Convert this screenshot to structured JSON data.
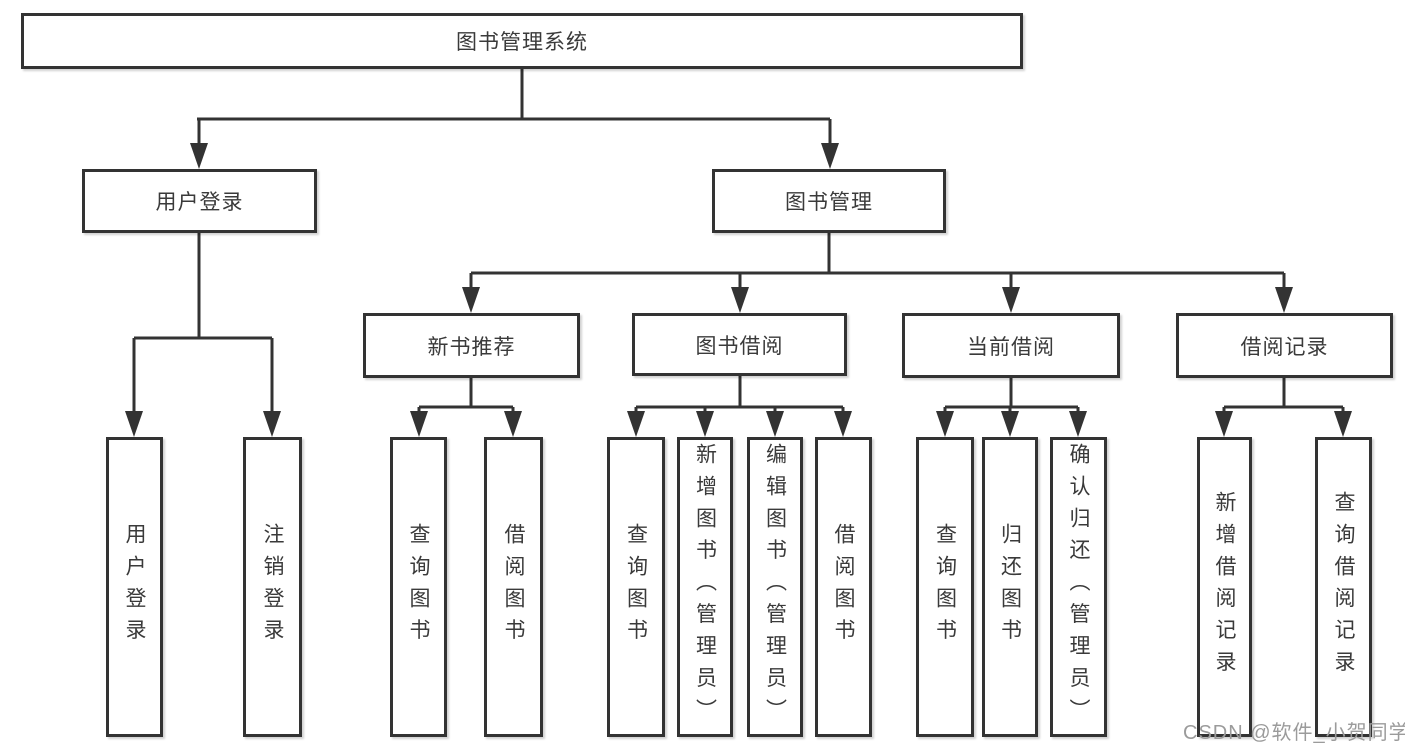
{
  "tree": {
    "root": {
      "label": "图书管理系统"
    },
    "children": [
      {
        "label": "用户登录",
        "children": [
          {
            "label": "用户登录"
          },
          {
            "label": "注销登录"
          }
        ]
      },
      {
        "label": "图书管理",
        "children": [
          {
            "label": "新书推荐",
            "children": [
              {
                "label": "查询图书"
              },
              {
                "label": "借阅图书"
              }
            ]
          },
          {
            "label": "图书借阅",
            "children": [
              {
                "label": "查询图书"
              },
              {
                "label": "新增图书（管理员）"
              },
              {
                "label": "编辑图书（管理员）"
              },
              {
                "label": "借阅图书"
              }
            ]
          },
          {
            "label": "当前借阅",
            "children": [
              {
                "label": "查询图书"
              },
              {
                "label": "归还图书"
              },
              {
                "label": "确认归还（管理员）"
              }
            ]
          },
          {
            "label": "借阅记录",
            "children": [
              {
                "label": "新增借阅记录"
              },
              {
                "label": "查询借阅记录"
              }
            ]
          }
        ]
      }
    ]
  },
  "watermark": "CSDN @软件_小贺同学",
  "colors": {
    "line": "#333333",
    "box_border": "#333333",
    "box_fill": "#ffffff",
    "text": "#3a3a3a",
    "watermark": "#9b9b9b",
    "background": "#ffffff"
  }
}
